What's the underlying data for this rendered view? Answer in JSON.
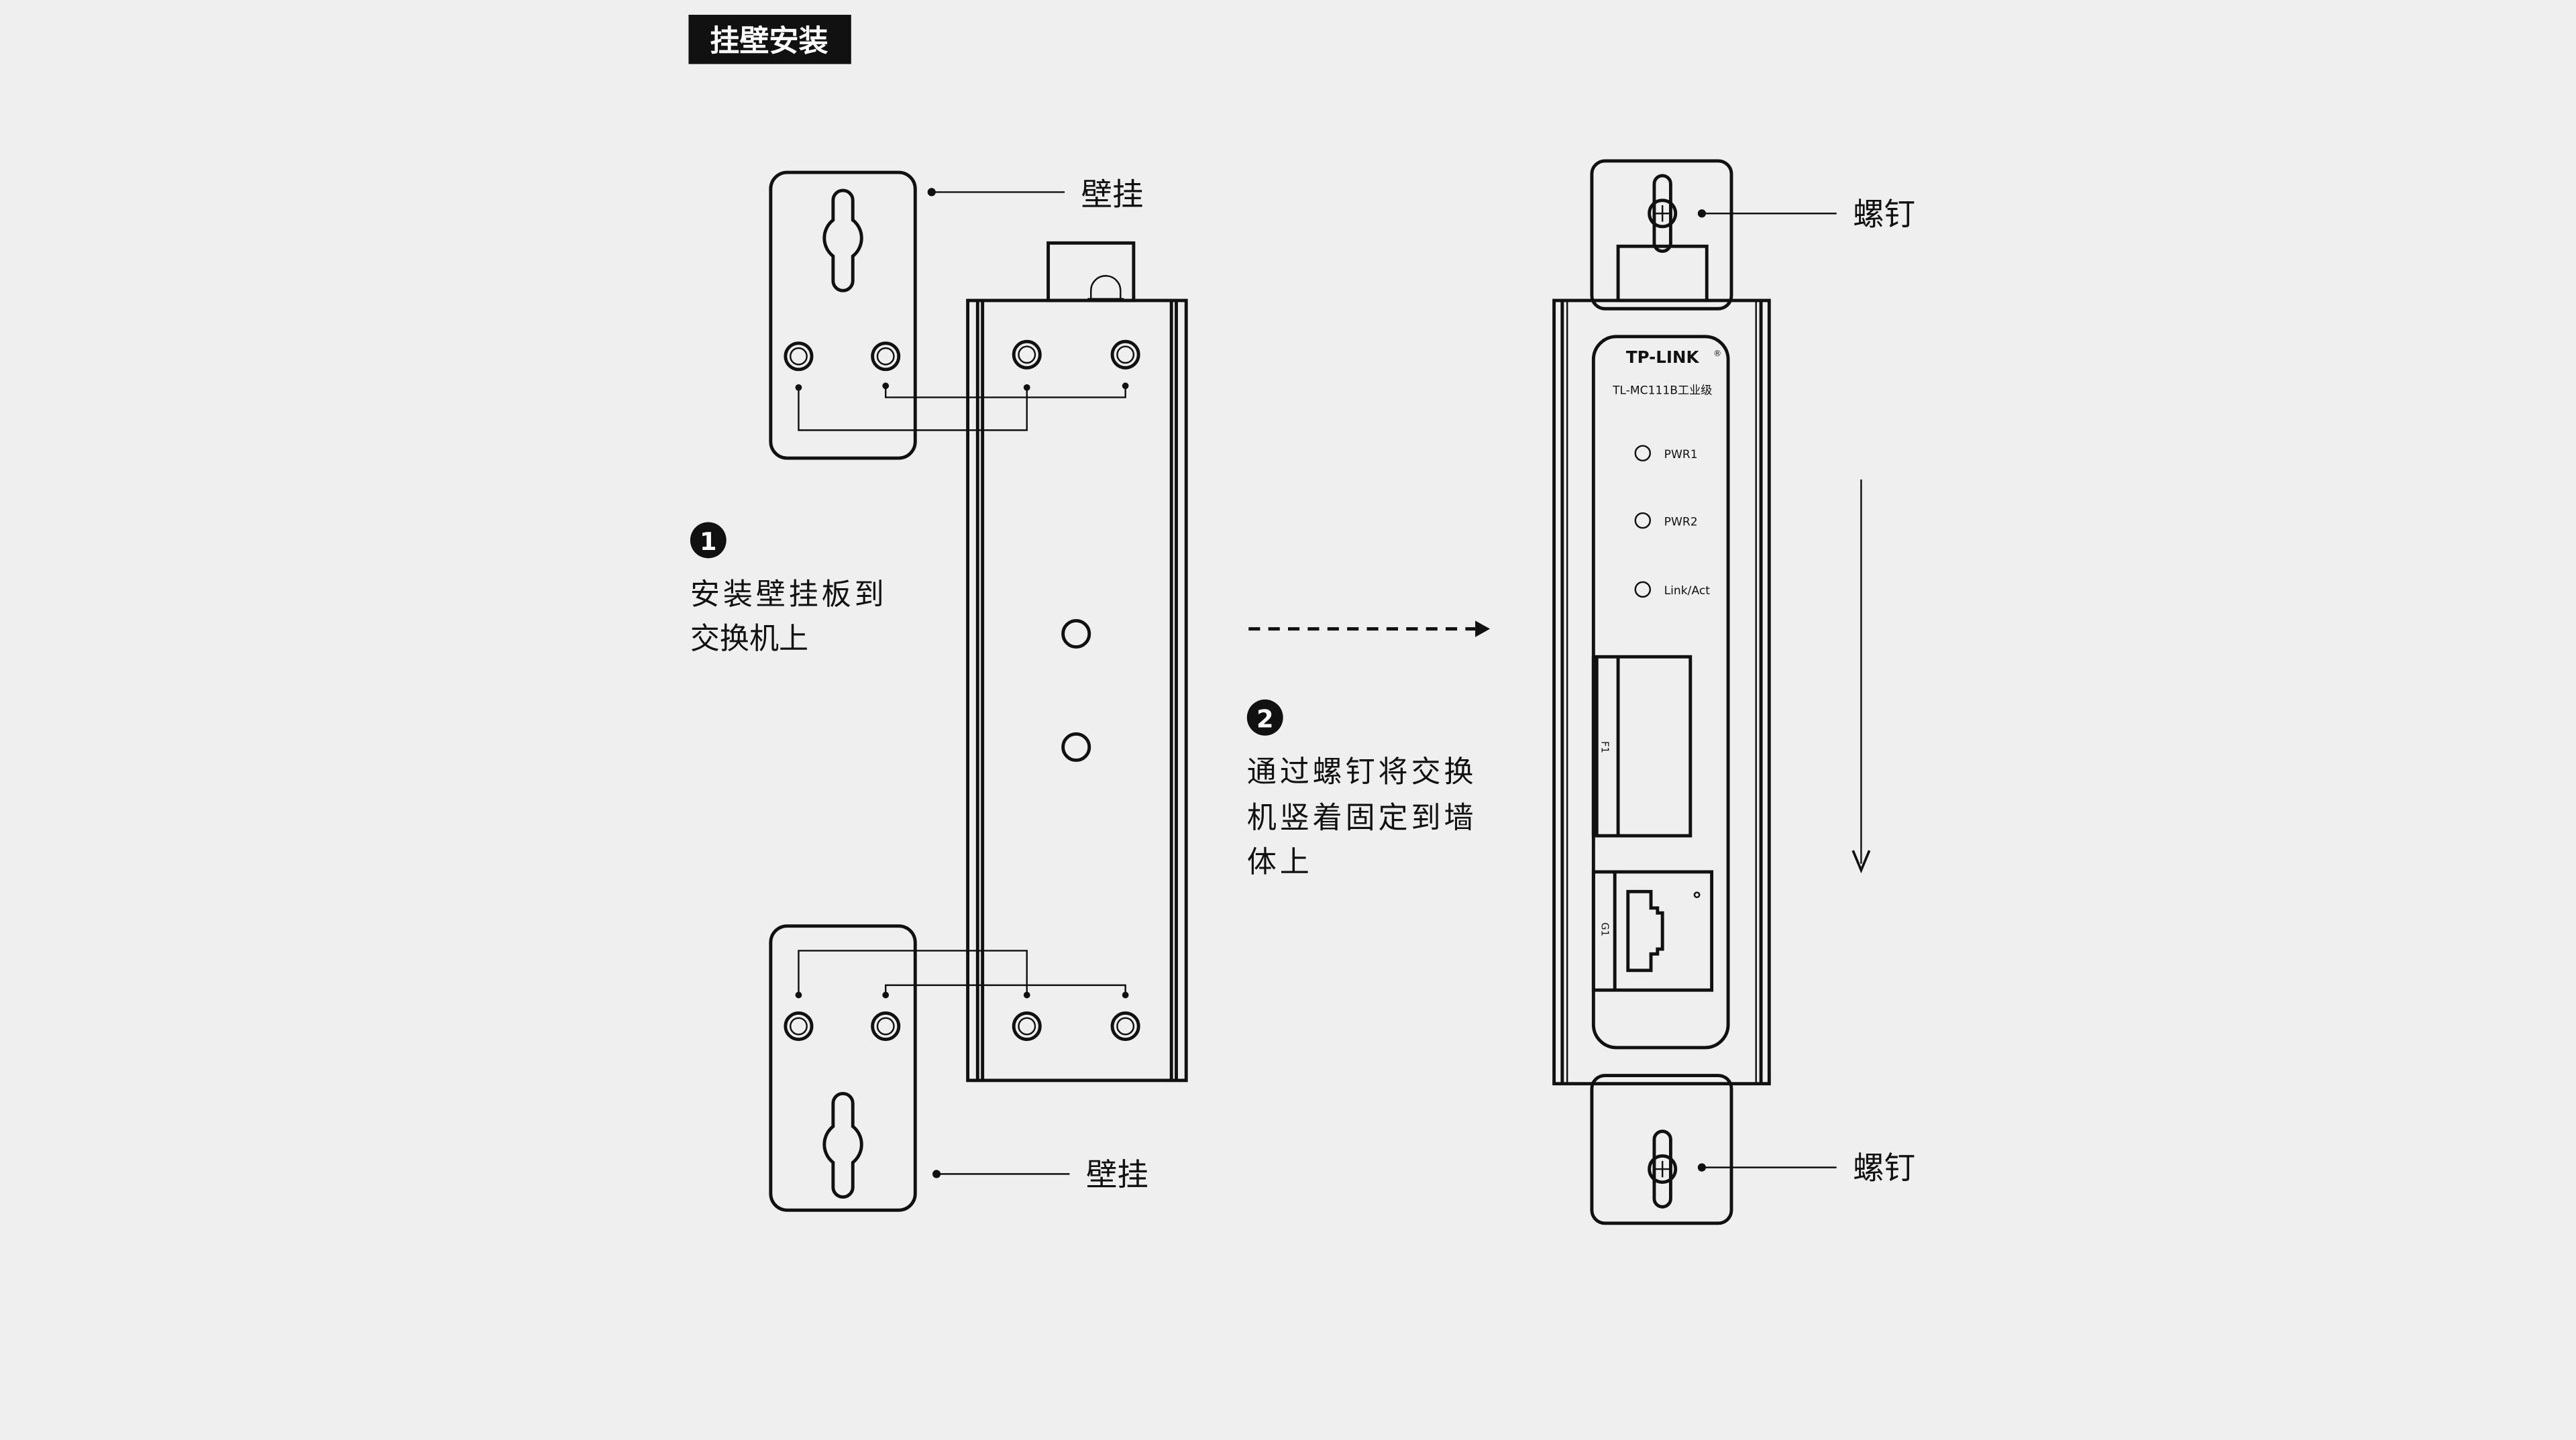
{
  "title": "挂壁安装",
  "left": {
    "bracket_label_top": "壁挂",
    "bracket_label_bottom": "壁挂",
    "step1_number": "1",
    "step1_line1": "安装壁挂板到",
    "step1_line2": "交换机上"
  },
  "middle": {
    "step2_number": "2",
    "step2_line1": "通过螺钉将交换",
    "step2_line2": "机竖着固定到墙",
    "step2_line3": "体上"
  },
  "right": {
    "screw_label_top": "螺钉",
    "screw_label_bottom": "螺钉",
    "device": {
      "brand": "TP-LINK",
      "registered_mark": "®",
      "model": "TL-MC111B工业级",
      "leds": [
        "PWR1",
        "PWR2",
        "Link/Act"
      ],
      "port_fiber": "F1",
      "port_ethernet": "G1"
    }
  }
}
